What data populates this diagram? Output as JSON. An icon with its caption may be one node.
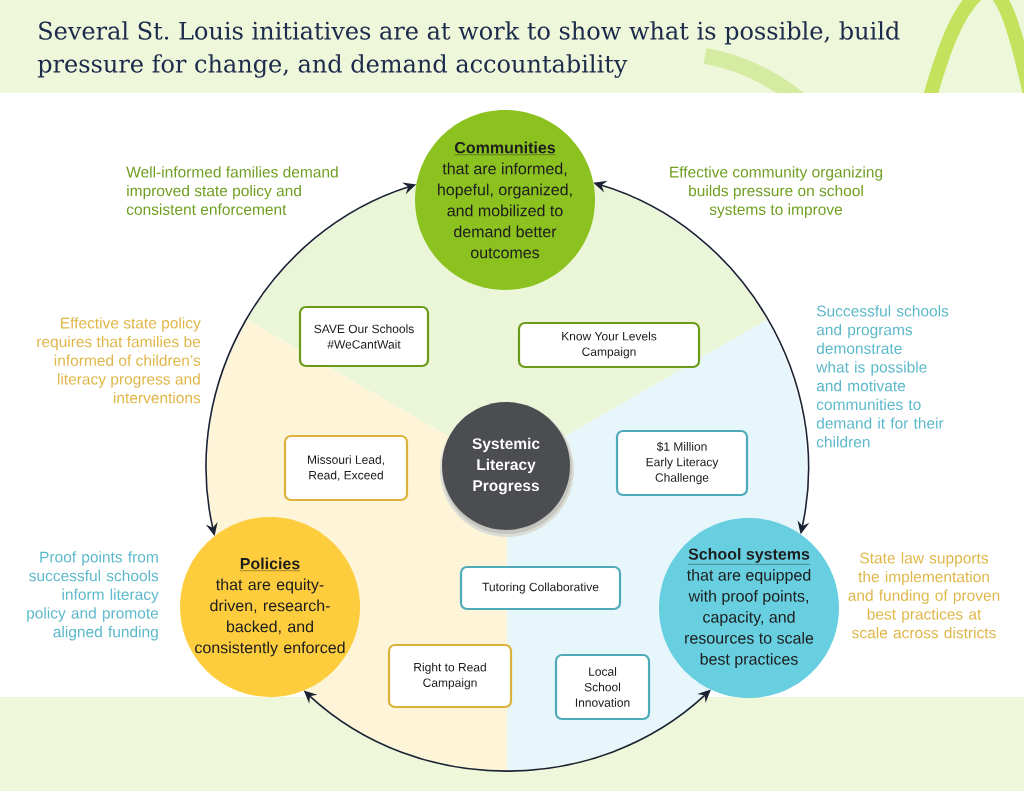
{
  "diagram": {
    "title": "Several St. Louis initiatives are at work to show what is possible, build pressure for change, and demand accountability",
    "nodes": [
      {
        "text": [
          "Communities",
          "that are informed, hopeful, organized, and mobilized to demand better outcomes"
        ]
      },
      {
        "text": [
          "Policies",
          "that are equity-driven, research-backed, and consistently enforced"
        ]
      },
      {
        "text": [
          "School systems",
          "that are equipped with proof points, capacity, and resources to scale best practices"
        ]
      },
      {
        "text": [
          "Systemic Literacy Progress"
        ]
      },
      {
        "text": [
          "SAVE Our Schools #WeCantWait"
        ]
      },
      {
        "text": [
          "Know Your Levels Campaign"
        ]
      },
      {
        "text": [
          "Missouri Lead, Read, Exceed"
        ]
      },
      {
        "text": [
          "$1 Million Early Literacy Challenge"
        ]
      },
      {
        "text": [
          "Tutoring Collaborative"
        ]
      },
      {
        "text": [
          "Right to Read Campaign"
        ]
      },
      {
        "text": [
          "Local School Innovation"
        ]
      }
    ],
    "edges": [
      {
        "from": 1,
        "to": 0,
        "arrow": "both"
      },
      {
        "from": 0,
        "to": 2,
        "arrow": "both"
      },
      {
        "from": 1,
        "to": 2,
        "arrow": "both"
      }
    ],
    "labels": [
      "Well-informed families demand improved state policy and consistent enforcement",
      "Effective community organizing builds pressure on school systems to improve",
      "Effective state policy requires that families be informed of children’s literacy progress and interventions",
      "Successful schools and programs demonstrate what is possible and motivate communities to demand it for their children",
      "Proof points from successful schools inform literacy policy and promote aligned funding",
      "State law supports the implementation and funding of proven best practices at scale across districts"
    ]
  }
}
